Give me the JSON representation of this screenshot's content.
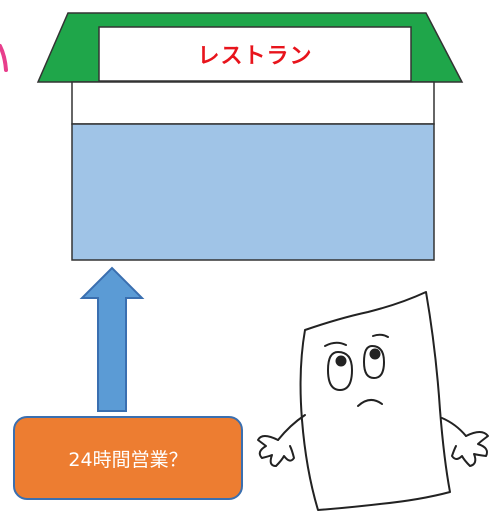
{
  "restaurant": {
    "sign_label": "レストラン",
    "sign_color": "#e8141c",
    "roof_color": "#1fa64a",
    "body_color": "#a0c4e7"
  },
  "arrow": {
    "color": "#5b9bd5",
    "direction": "up"
  },
  "callout": {
    "label": "24時間営業？",
    "fill_color": "#ed7d31"
  },
  "character": {
    "icon": "worried-paper-character-icon"
  }
}
